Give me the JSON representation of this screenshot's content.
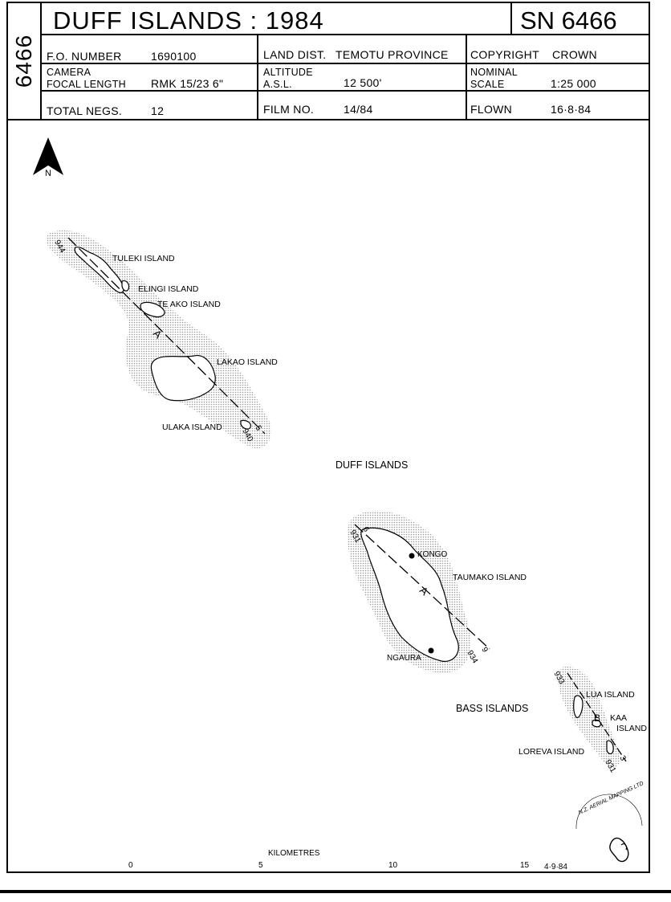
{
  "header": {
    "side_number": "6466",
    "title": "DUFF  ISLANDS  :  1984",
    "sortie": "SN 6466",
    "fo_number_label": "F.O. NUMBER",
    "fo_number_value": "1690100",
    "land_dist_label": "LAND DIST.",
    "land_dist_value": "TEMOTU PROVINCE",
    "copyright_label": "COPYRIGHT",
    "copyright_value": "CROWN",
    "camera_label": "CAMERA",
    "focal_length_label": "FOCAL LENGTH",
    "camera_value": "RMK 15/23  6\"",
    "altitude_label": "ALTITUDE",
    "asl_label": "A.S.L.",
    "altitude_value": "12 500'",
    "nominal_label": "NOMINAL",
    "scale_label": "SCALE",
    "scale_value": "1:25 000",
    "total_negs_label": "TOTAL NEGS.",
    "total_negs_value": "12",
    "film_no_label": "FILM NO.",
    "film_no_value": "14/84",
    "flown_label": "FLOWN",
    "flown_value": "16·8·84"
  },
  "map": {
    "north_label": "N",
    "group_labels": {
      "duff": "DUFF  ISLANDS",
      "bass": "BASS  ISLANDS"
    },
    "islands": {
      "tuleki": "TULEKI  ISLAND",
      "elingi": "ELINGI  ISLAND",
      "te_ako": "TE  AKO  ISLAND",
      "lakao": "LAKAO  ISLAND",
      "ulaka": "ULAKA  ISLAND",
      "taumako": "TAUMAKO  ISLAND",
      "lua": "LUA  ISLAND",
      "kaa_1": "KAA",
      "kaa_2": "ISLAND",
      "loreva": "LOREVA  ISLAND"
    },
    "villages": {
      "kongo": "KONGO",
      "ngaura": "NGAURA"
    },
    "flight_lines": {
      "run_a1": "A",
      "run_a2": "A",
      "run_b": "B",
      "a1_start": "944",
      "a1_end_num": "5",
      "a1_end": "940",
      "a2_start_num": "6",
      "a2_start": "931",
      "a2_end_num": "9",
      "a2_end": "934",
      "b_start": "933",
      "b_end_num": "3",
      "b_end": "931"
    },
    "scale_bar": {
      "title": "KILOMETRES",
      "ticks": [
        "0",
        "5",
        "10",
        "15"
      ]
    },
    "compiled_date": "4·9·84",
    "logo_text": "N.Z. AERIAL MAPPING LTD"
  }
}
